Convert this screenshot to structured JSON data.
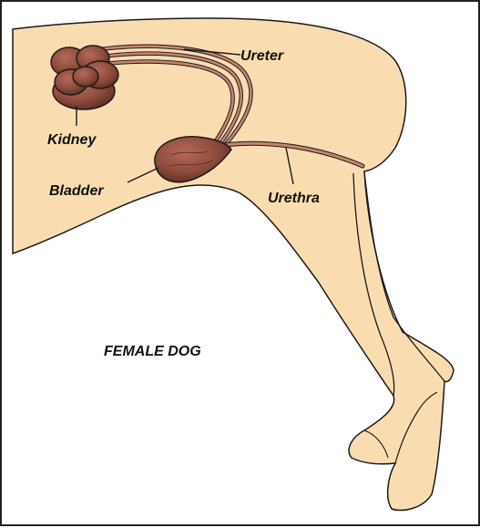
{
  "diagram": {
    "title": "FEMALE DOG",
    "labels": {
      "ureter": "Ureter",
      "kidney": "Kidney",
      "bladder": "Bladder",
      "urethra": "Urethra"
    },
    "colors": {
      "body_fill": "#f9ddb1",
      "outline": "#1a1a1a",
      "organ_fill": "#8d4b3c",
      "organ_dark": "#5a2a22",
      "duct": "#b46e5c",
      "background": "#ffffff"
    }
  }
}
